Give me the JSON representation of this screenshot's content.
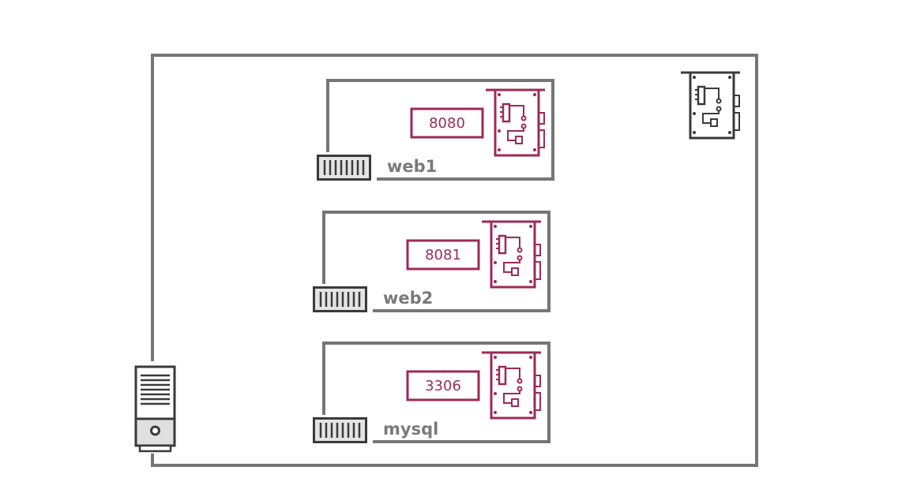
{
  "colors": {
    "line": "#767676",
    "accent": "#9e2a55",
    "icon_dark": "#3a3a3a",
    "icon_fill": "#e0e0e0"
  },
  "host": {
    "icon": "server-tower-icon",
    "nic_icon": "network-card-icon"
  },
  "containers": [
    {
      "name": "web1",
      "port": "8080"
    },
    {
      "name": "web2",
      "port": "8081"
    },
    {
      "name": "mysql",
      "port": "3306"
    }
  ]
}
